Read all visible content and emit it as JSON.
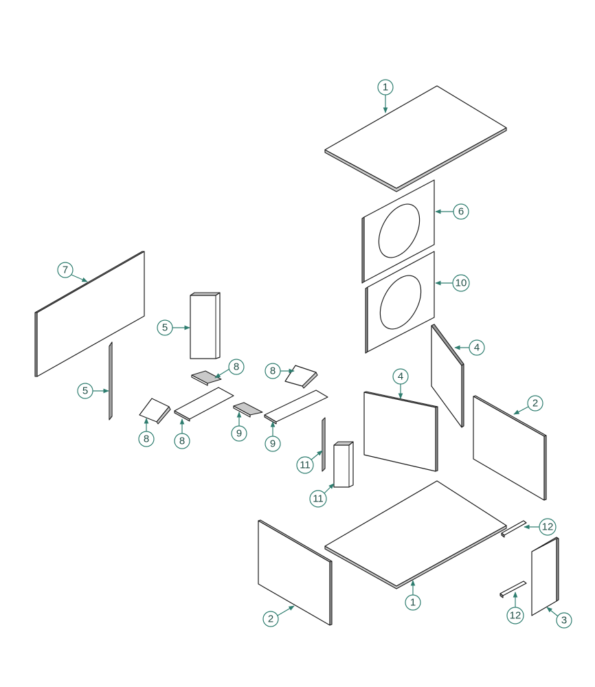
{
  "diagram": {
    "callouts": [
      {
        "id": "c-top-1",
        "label": "1"
      },
      {
        "id": "c-6",
        "label": "6"
      },
      {
        "id": "c-10",
        "label": "10"
      },
      {
        "id": "c-7",
        "label": "7"
      },
      {
        "id": "c-5a",
        "label": "5"
      },
      {
        "id": "c-5b",
        "label": "5"
      },
      {
        "id": "c-8a",
        "label": "8"
      },
      {
        "id": "c-8b",
        "label": "8"
      },
      {
        "id": "c-8c",
        "label": "8"
      },
      {
        "id": "c-8d",
        "label": "8"
      },
      {
        "id": "c-9a",
        "label": "9"
      },
      {
        "id": "c-9b",
        "label": "9"
      },
      {
        "id": "c-4a",
        "label": "4"
      },
      {
        "id": "c-4b",
        "label": "4"
      },
      {
        "id": "c-2a",
        "label": "2"
      },
      {
        "id": "c-2b",
        "label": "2"
      },
      {
        "id": "c-11a",
        "label": "11"
      },
      {
        "id": "c-11b",
        "label": "11"
      },
      {
        "id": "c-12a",
        "label": "12"
      },
      {
        "id": "c-12b",
        "label": "12"
      },
      {
        "id": "c-bottom-1",
        "label": "1"
      },
      {
        "id": "c-3",
        "label": "3"
      }
    ]
  }
}
